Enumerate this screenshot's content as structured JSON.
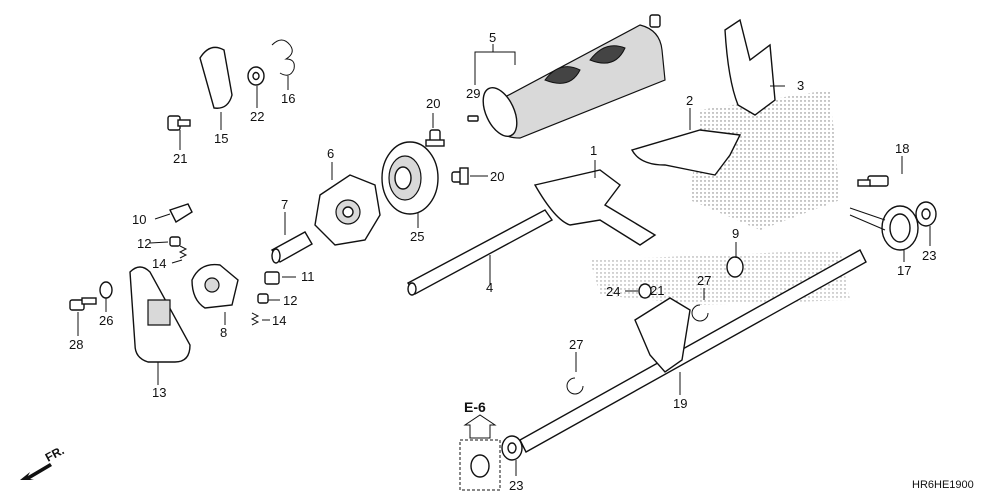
{
  "diagram": {
    "callouts": [
      {
        "id": "c1",
        "label": "1"
      },
      {
        "id": "c2",
        "label": "2"
      },
      {
        "id": "c3",
        "label": "3"
      },
      {
        "id": "c4",
        "label": "4"
      },
      {
        "id": "c5",
        "label": "5"
      },
      {
        "id": "c6",
        "label": "6"
      },
      {
        "id": "c7",
        "label": "7"
      },
      {
        "id": "c8",
        "label": "8"
      },
      {
        "id": "c9",
        "label": "9"
      },
      {
        "id": "c10",
        "label": "10"
      },
      {
        "id": "c11",
        "label": "11"
      },
      {
        "id": "c12a",
        "label": "12"
      },
      {
        "id": "c12b",
        "label": "12"
      },
      {
        "id": "c13",
        "label": "13"
      },
      {
        "id": "c14a",
        "label": "14"
      },
      {
        "id": "c14b",
        "label": "14"
      },
      {
        "id": "c15",
        "label": "15"
      },
      {
        "id": "c16",
        "label": "16"
      },
      {
        "id": "c17",
        "label": "17"
      },
      {
        "id": "c18",
        "label": "18"
      },
      {
        "id": "c19",
        "label": "19"
      },
      {
        "id": "c20a",
        "label": "20"
      },
      {
        "id": "c20b",
        "label": "20"
      },
      {
        "id": "c21a",
        "label": "21"
      },
      {
        "id": "c21b",
        "label": "21"
      },
      {
        "id": "c22",
        "label": "22"
      },
      {
        "id": "c23a",
        "label": "23"
      },
      {
        "id": "c23b",
        "label": "23"
      },
      {
        "id": "c24",
        "label": "24"
      },
      {
        "id": "c25",
        "label": "25"
      },
      {
        "id": "c26",
        "label": "26"
      },
      {
        "id": "c27a",
        "label": "27"
      },
      {
        "id": "c27b",
        "label": "27"
      },
      {
        "id": "c28",
        "label": "28"
      },
      {
        "id": "c29",
        "label": "29"
      }
    ],
    "reference_label": "E-6",
    "front_label": "FR.",
    "diagram_code": "HR6HE1900",
    "front_arrow_icon": "front-arrow-icon",
    "reference_arrow_icon": "up-arrow-icon"
  }
}
